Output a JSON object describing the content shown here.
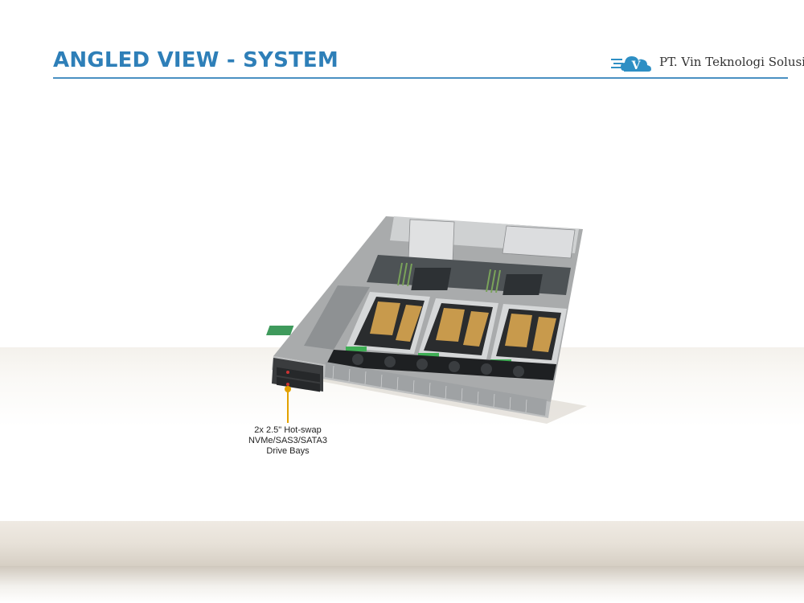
{
  "slide": {
    "title": "ANGLED VIEW - SYSTEM",
    "accent_color": "#2e7fb8"
  },
  "logo": {
    "company_name": "PT. Vin Teknologi Solusi",
    "mark_letter": "V",
    "icon": "cloud-logo-icon"
  },
  "image": {
    "subject": "server-chassis-icon"
  },
  "callout": {
    "lines": [
      "2x 2.5\" Hot-swap",
      "NVMe/SAS3/SATA3",
      "Drive Bays"
    ],
    "line_color": "#e2a100"
  }
}
